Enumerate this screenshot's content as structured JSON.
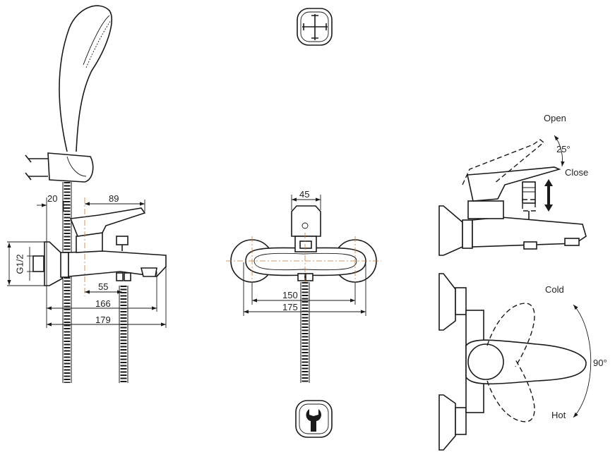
{
  "side_view": {
    "dim_20": "20",
    "dim_89": "89",
    "dim_55": "55",
    "dim_166": "166",
    "dim_179": "179",
    "thread": "G1/2"
  },
  "front_view": {
    "dim_45": "45",
    "dim_150": "150",
    "dim_175": "175"
  },
  "lever_operation": {
    "open": "Open",
    "close": "Close",
    "tilt_angle": "25°"
  },
  "rotation_operation": {
    "cold": "Cold",
    "hot": "Hot",
    "rotation_angle": "90°"
  },
  "icons": [
    "mounting-cross-icon",
    "wrench-install-icon"
  ]
}
